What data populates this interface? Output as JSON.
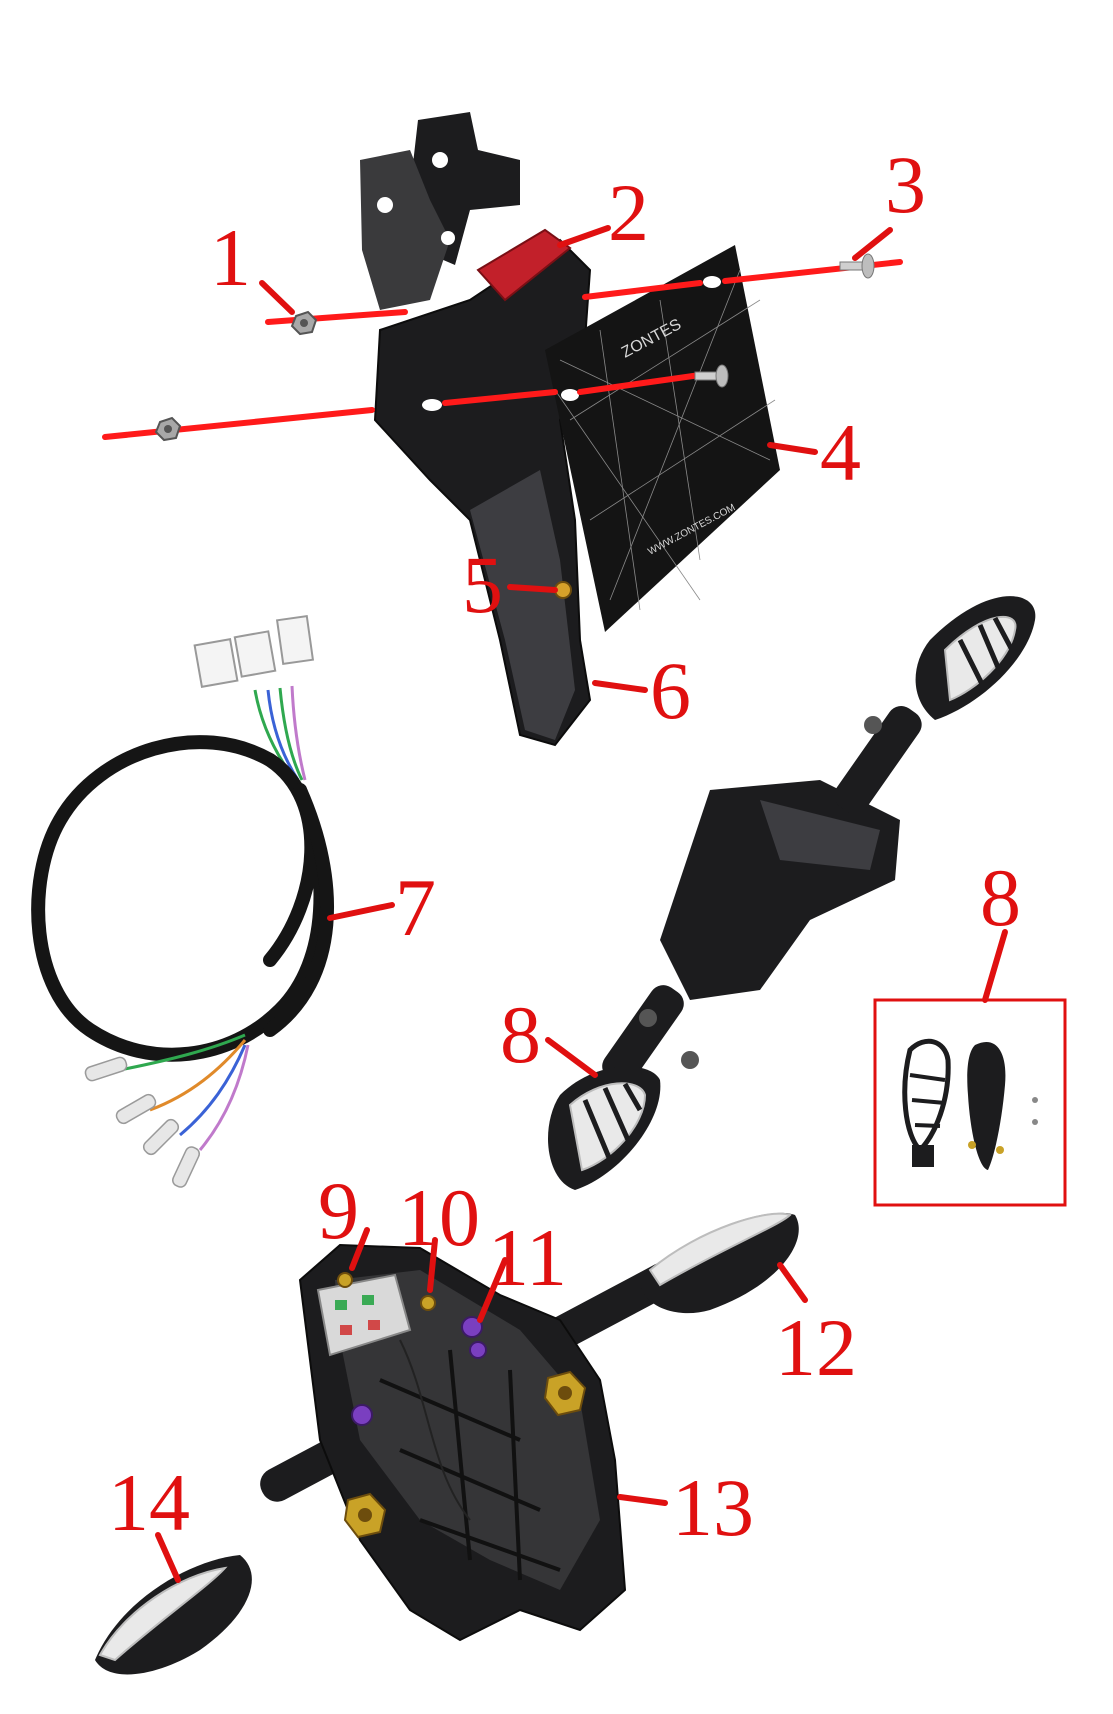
{
  "diagram": {
    "callouts": [
      {
        "id": 1,
        "label": "1"
      },
      {
        "id": 2,
        "label": "2"
      },
      {
        "id": 3,
        "label": "3"
      },
      {
        "id": 4,
        "label": "4"
      },
      {
        "id": 5,
        "label": "5"
      },
      {
        "id": 6,
        "label": "6"
      },
      {
        "id": 7,
        "label": "7"
      },
      {
        "id": 8,
        "label": "8"
      },
      {
        "id": 9,
        "label": "8"
      },
      {
        "id": 10,
        "label": "9"
      },
      {
        "id": 11,
        "label": "10"
      },
      {
        "id": 12,
        "label": "11"
      },
      {
        "id": 13,
        "label": "12"
      },
      {
        "id": 14,
        "label": "13"
      },
      {
        "id": 15,
        "label": "14"
      }
    ],
    "plate_brand": "ZONTES",
    "plate_url": "WWW.ZONTES.COM",
    "colors": {
      "callout_red": "#e01010",
      "part_black": "#1c1c1e",
      "lens_white": "#e9e9e9",
      "reflector_red": "#c2202a",
      "screw_purple": "#7a3fc0",
      "nut_gold": "#c9a227",
      "wire_green": "#2fa84f",
      "wire_blue": "#3a62d6",
      "wire_orange": "#e08a2a"
    }
  }
}
